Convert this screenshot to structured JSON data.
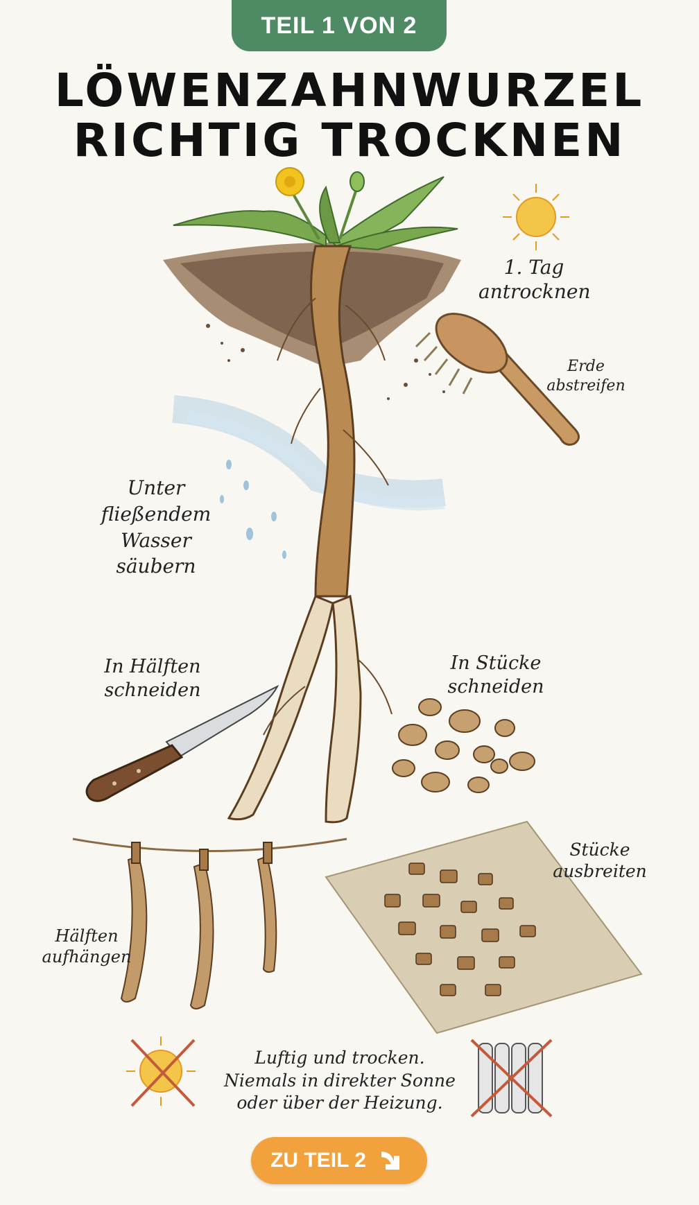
{
  "badge": "TEIL 1 VON 2",
  "title": {
    "line1": "LÖWENZAHNWURZEL",
    "line2": "RICHTIG TROCKNEN"
  },
  "steps": {
    "dry_first_day": {
      "line1": "1. Tag",
      "line2": "antrocknen"
    },
    "brush_soil": {
      "line1": "Erde",
      "line2": "abstreifen"
    },
    "rinse": {
      "line1": "Unter",
      "line2": "fließendem",
      "line3": "Wasser",
      "line4": "säubern"
    },
    "halve": {
      "line1": "In Hälften",
      "line2": "schneiden"
    },
    "cut_pieces": {
      "line1": "In Stücke",
      "line2": "schneiden"
    },
    "spread_pieces": {
      "line1": "Stücke",
      "line2": "ausbreiten"
    },
    "hang_halves": {
      "line1": "Hälften",
      "line2": "aufhängen"
    }
  },
  "tip": {
    "line1": "Luftig und trocken.",
    "line2": "Niemals in direkter Sonne",
    "line3": "oder über der Heizung."
  },
  "cta": {
    "label": "ZU TEIL 2",
    "icon": "arrow-down-right-icon"
  },
  "colors": {
    "badge_green": "#4e8a63",
    "cta_orange": "#f2a23c",
    "background": "#f8f7f2",
    "root_brown": "#b98a52",
    "prohibit_red": "#c45a3a",
    "sun_yellow": "#f3c64a"
  }
}
